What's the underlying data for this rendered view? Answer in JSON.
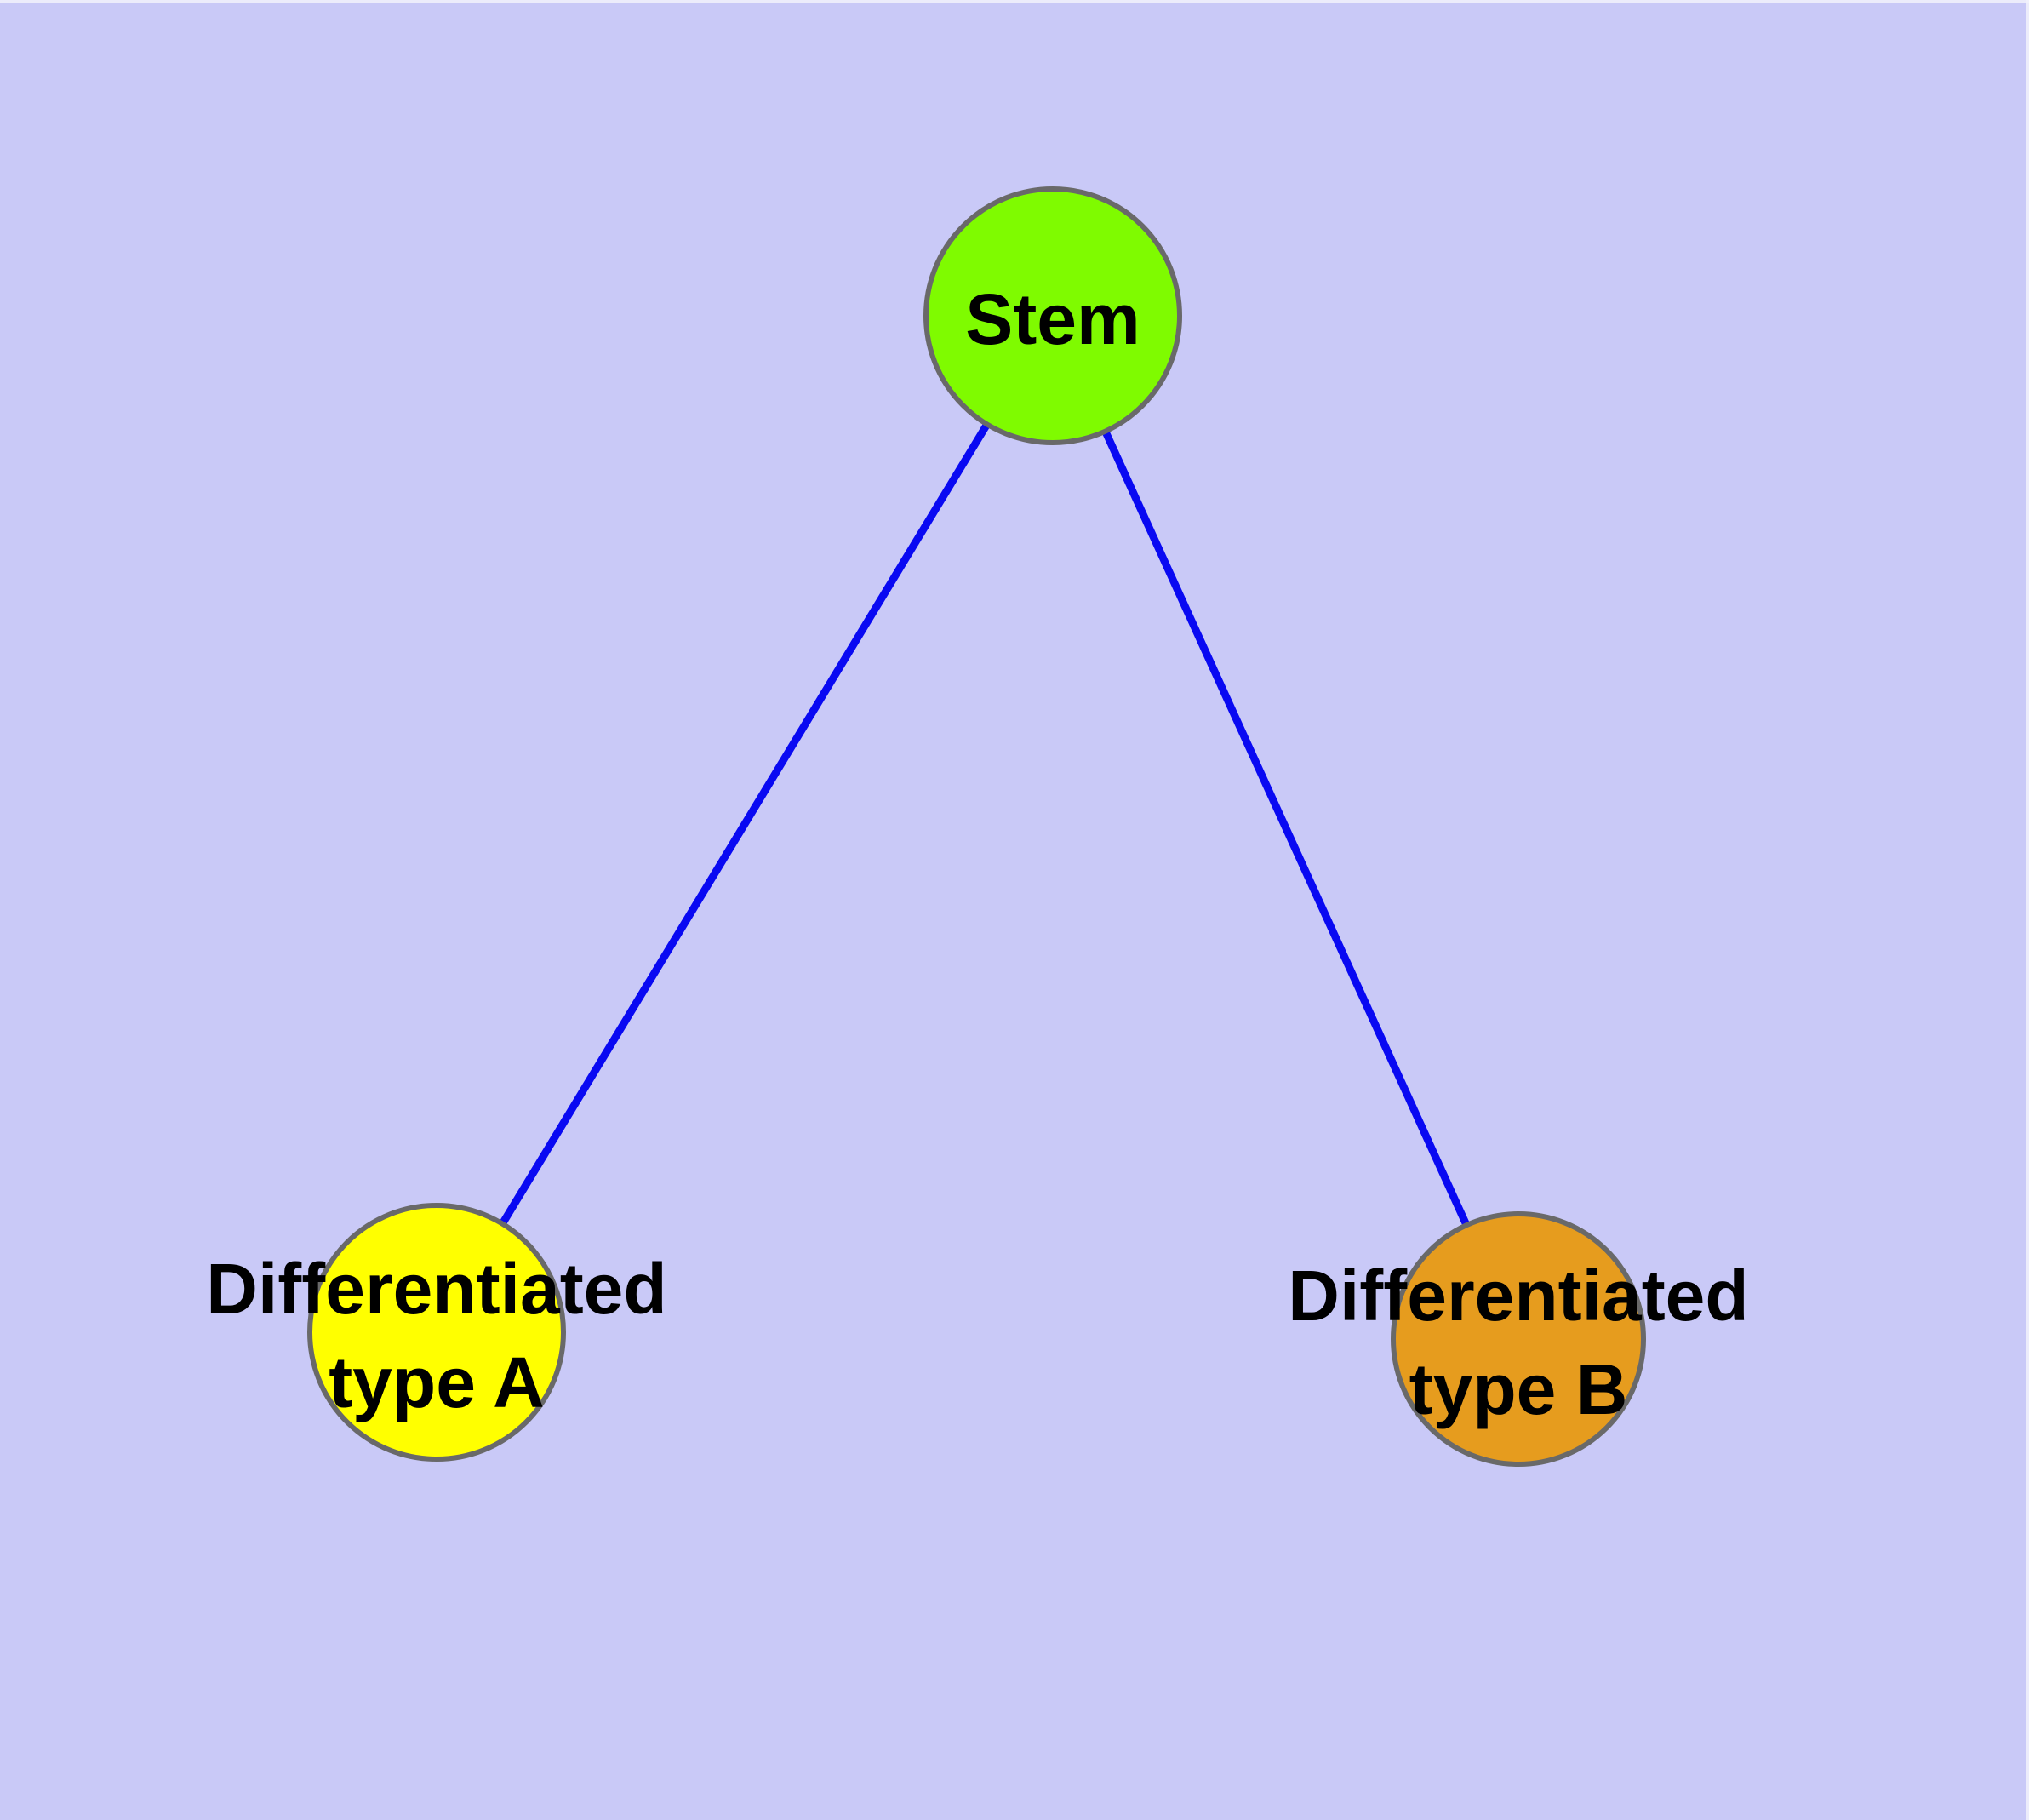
{
  "diagram": {
    "background_color": "#c9c9f7",
    "frame_highlight_color": "#f2f2fb",
    "node_border_color": "#696969",
    "label_color": "#000000",
    "edge": {
      "color": "#0909f2"
    },
    "nodes": [
      {
        "id": "stem",
        "label": "Stem",
        "fill": "#7ffb00"
      },
      {
        "id": "differentiated-type-a",
        "label": "Differentiated type A",
        "label_line1": "Differentiated",
        "label_line2": "type A",
        "fill": "#ffff00"
      },
      {
        "id": "differentiated-type-b",
        "label": "Differentiated type B",
        "label_line1": "Differentiated",
        "label_line2": "type B",
        "fill": "#e69c1e"
      }
    ],
    "edges": [
      {
        "from": "Stem",
        "to": "Differentiated type A"
      },
      {
        "from": "Stem",
        "to": "Differentiated type B"
      }
    ]
  }
}
